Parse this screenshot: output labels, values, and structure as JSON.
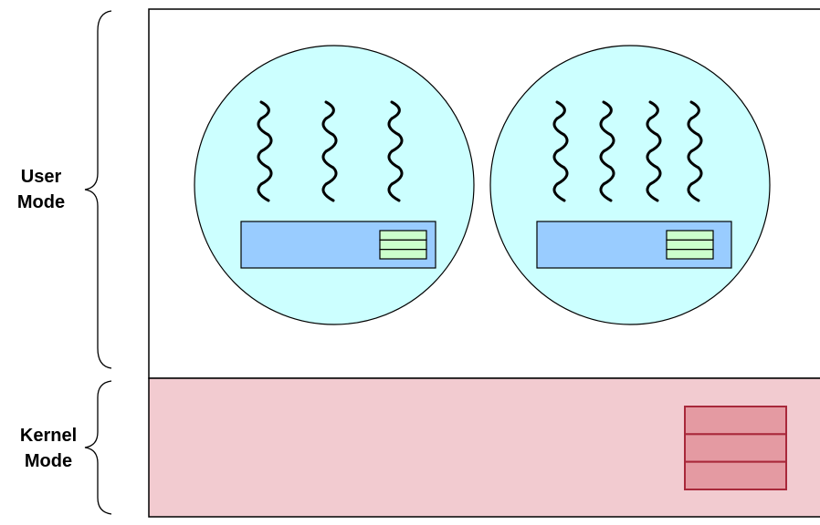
{
  "labels": {
    "user_mode": [
      "User",
      "Mode"
    ],
    "kernel_mode": [
      "Kernel",
      "Mode"
    ]
  },
  "colors": {
    "user_area_fill": "#ffffff",
    "kernel_area_fill": "#f2cbd0",
    "process_fill": "#ccffff",
    "table_fill": "#99ccff",
    "thread_table_fill": "#ccffcc",
    "kernel_table_fill": "#e49aa2",
    "kernel_table_border": "#a8283a",
    "stroke": "#000000"
  },
  "processes": [
    {
      "threads": 3
    },
    {
      "threads": 4
    }
  ],
  "runtime_table_rows": 3,
  "kernel_table_rows": 3
}
